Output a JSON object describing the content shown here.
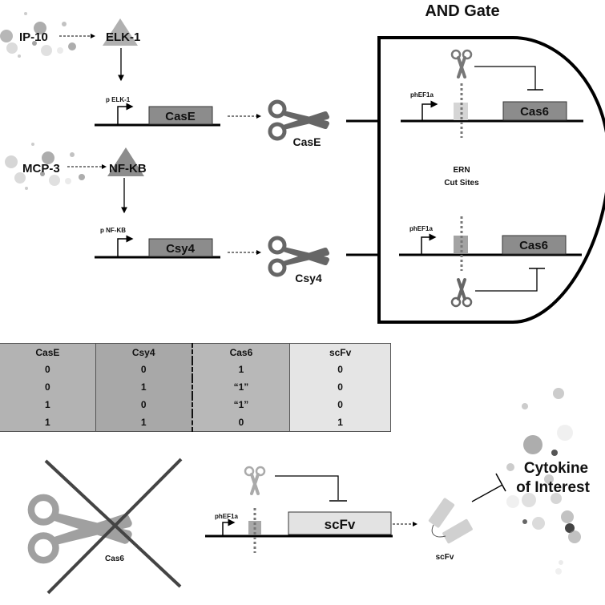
{
  "title": "AND Gate",
  "inputs": [
    {
      "cytokine": "IP-10",
      "factor": "ELK-1",
      "promoter": "p ELK-1",
      "gene": "CasE",
      "enzyme_label": "CasE"
    },
    {
      "cytokine": "MCP-3",
      "factor": "NF-KB",
      "promoter": "p NF-KB",
      "gene": "Csy4",
      "enzyme_label": "Csy4"
    }
  ],
  "gate": {
    "center_label": [
      "ERN",
      "Cut Sites"
    ],
    "constructs": [
      {
        "promoter": "phEF1a",
        "gene": "Cas6"
      },
      {
        "promoter": "phEF1a",
        "gene": "Cas6"
      }
    ]
  },
  "truth_table": {
    "headers": [
      "CasE",
      "Csy4",
      "Cas6",
      "scFv"
    ],
    "rows": [
      [
        "0",
        "0",
        "1",
        "0"
      ],
      [
        "0",
        "1",
        "“1”",
        "0"
      ],
      [
        "1",
        "0",
        "“1”",
        "0"
      ],
      [
        "1",
        "1",
        "0",
        "1"
      ]
    ]
  },
  "output": {
    "blocked_enzyme": "Cas6",
    "promoter": "phEF1a",
    "gene": "scFv",
    "product_label": "scFv",
    "target": [
      "Cytokine",
      "of Interest"
    ]
  },
  "colors": {
    "dark_gray": "#666666",
    "mid_gray": "#8c8c8c",
    "light_gray": "#b3b3b3",
    "pale_gray": "#e3e3e3",
    "line": "#000000"
  }
}
